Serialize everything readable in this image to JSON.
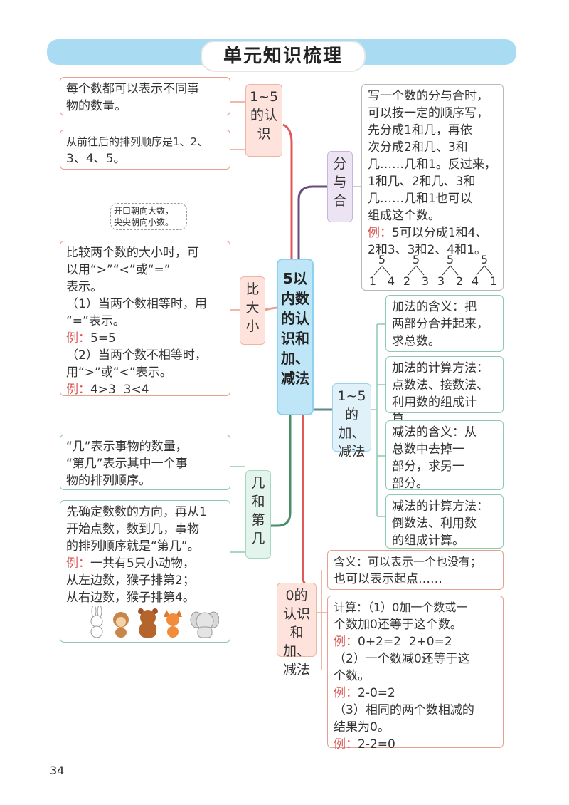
{
  "header": {
    "title": "单元知识梳理"
  },
  "center": {
    "lines": [
      "5以",
      "内数",
      "的认",
      "识和",
      "加、",
      "减法"
    ]
  },
  "section_1to5": {
    "label_lines": [
      "1~5",
      "的认",
      "识"
    ],
    "box1": [
      "每个数都可以表示不同事",
      "物的数量。"
    ],
    "box2": [
      "从前往后的排列顺序是1、2、",
      "3、4、5。"
    ]
  },
  "section_compare": {
    "label_lines": [
      "比",
      "大",
      "小"
    ],
    "bubble": [
      "开口朝向大数，",
      "尖尖朝向小数。"
    ],
    "lines": [
      "比较两个数的大小时，可",
      "以用“>”“<”或“=”",
      "表示。",
      "（1）当两个数相等时，用",
      "“=”表示。"
    ],
    "ex1_label": "例：",
    "ex1_text": "5=5",
    "lines2": [
      "（2）当两个数不相等时，",
      "用“>”或“<”表示。"
    ],
    "ex2_label": "例：",
    "ex2_text": "4>3  3<4"
  },
  "section_ordinal": {
    "label_lines": [
      "几",
      "和",
      "第",
      "几"
    ],
    "box1": [
      "“几”表示事物的数量，",
      "“第几”表示其中一个事",
      "物的排列顺序。"
    ],
    "box2": [
      "先确定数数的方向，再从1",
      "开始点数，数到几，事物",
      "的排列顺序就是“第几”。"
    ],
    "ex_label": "例：",
    "ex_lines": [
      "一共有5只小动物，",
      "从左边数，猴子排第2；",
      "从右边数，猴子排第4。"
    ]
  },
  "section_compose": {
    "label_lines": [
      "分",
      "与",
      "合"
    ],
    "lines": [
      "写一个数的分与合时，",
      "可以按一定的顺序写，",
      "先分成1和几，再依",
      "次分成2和几、3和",
      "几……几和1。反过来，",
      "1和几、2和几、3和",
      "几……几和1也可以",
      "组成这个数。"
    ],
    "ex_label": "例：",
    "ex_lines": [
      "5可以分成1和4、",
      "2和3、3和2、4和1。"
    ],
    "trees": [
      {
        "top": "5",
        "left": "1",
        "right": "4"
      },
      {
        "top": "5",
        "left": "2",
        "right": "3"
      },
      {
        "top": "5",
        "left": "3",
        "right": "2"
      },
      {
        "top": "5",
        "left": "4",
        "right": "1"
      }
    ]
  },
  "section_addsub": {
    "label_lines": [
      "1~5",
      "的加、",
      "减法"
    ],
    "box1": [
      "加法的含义：把",
      "两部分合并起来，",
      "求总数。"
    ],
    "box2": [
      "加法的计算方法：",
      "点数法、接数法、",
      "利用数的组成计算。"
    ],
    "box3": [
      "减法的含义：从",
      "总数中去掉一",
      "部分，求另一",
      "部分。"
    ],
    "box4": [
      "减法的计算方法：",
      "倒数法、利用数",
      "的组成计算。"
    ]
  },
  "section_zero": {
    "label_lines": [
      "0的",
      "认识",
      "和加、",
      "减法"
    ],
    "box1": [
      "含义：可以表示一个也没有；",
      "也可以表示起点……"
    ],
    "box2_lines1": [
      "计算：（1）0加一个数或一",
      "个数加0还等于这个数。"
    ],
    "ex1_label": "例：",
    "ex1_text": "0+2=2  2+0=2",
    "box2_lines2": [
      "（2）一个数减0还等于这",
      "个数。"
    ],
    "ex2_label": "例：",
    "ex2_text": "2-0=2",
    "box2_lines3": [
      "（3）相同的两个数相减的",
      "结果为0。"
    ],
    "ex3_label": "例：",
    "ex3_text": "2-2=0"
  },
  "animals": [
    "rabbit",
    "monkey",
    "bear",
    "fox",
    "elephant"
  ],
  "page": {
    "number": "34"
  }
}
